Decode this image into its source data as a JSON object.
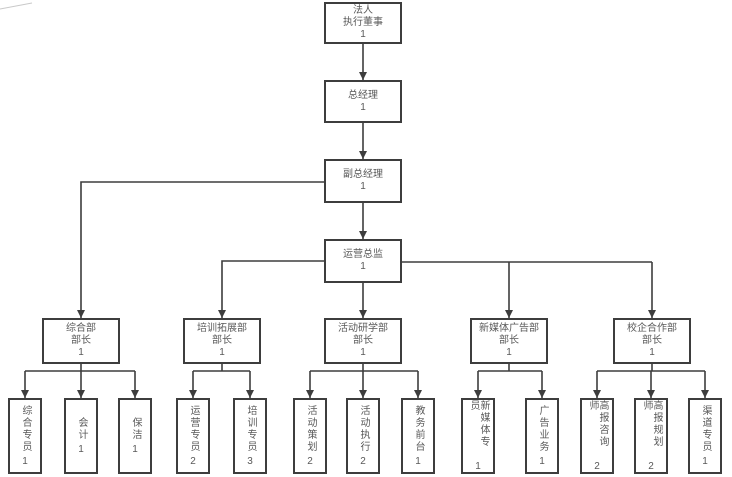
{
  "diagram_type": "organization-chart",
  "colors": {
    "background": "#ffffff",
    "box_border": "#3d3d3d",
    "connector_line": "#3d3d3d",
    "text": "#595959",
    "stray_mark": "#c9c9c9"
  },
  "nodes": {
    "root": {
      "line1": "法人",
      "line2": "执行董事",
      "count": "1"
    },
    "general_manager": {
      "title": "总经理",
      "count": "1"
    },
    "deputy_general_manager": {
      "title": "副总经理",
      "count": "1"
    },
    "operations_director": {
      "title": "运营总监",
      "count": "1"
    }
  },
  "departments": [
    {
      "name": "综合部",
      "role": "部长",
      "count": "1",
      "leaves": [
        {
          "name": "综合专员",
          "count": "1"
        },
        {
          "name": "会计",
          "count": "1"
        },
        {
          "name": "保洁",
          "count": "1"
        }
      ]
    },
    {
      "name": "培训拓展部",
      "role": "部长",
      "count": "1",
      "leaves": [
        {
          "name": "运营专员",
          "count": "2"
        },
        {
          "name": "培训专员",
          "count": "3"
        }
      ]
    },
    {
      "name": "活动研学部",
      "role": "部长",
      "count": "1",
      "leaves": [
        {
          "name": "活动策划",
          "count": "2"
        },
        {
          "name": "活动执行",
          "count": "2"
        },
        {
          "name": "教务前台",
          "count": "1"
        }
      ]
    },
    {
      "name": "新媒体广告部",
      "role": "部长",
      "count": "1",
      "leaves": [
        {
          "name": "新媒体专员",
          "count": "1"
        },
        {
          "name": "广告业务",
          "count": "1"
        }
      ]
    },
    {
      "name": "校企合作部",
      "role": "部长",
      "count": "1",
      "leaves": [
        {
          "name": "高报咨询师",
          "count": "2"
        },
        {
          "name": "高报规划师",
          "count": "2"
        },
        {
          "name": "渠道专员",
          "count": "1"
        }
      ]
    }
  ]
}
